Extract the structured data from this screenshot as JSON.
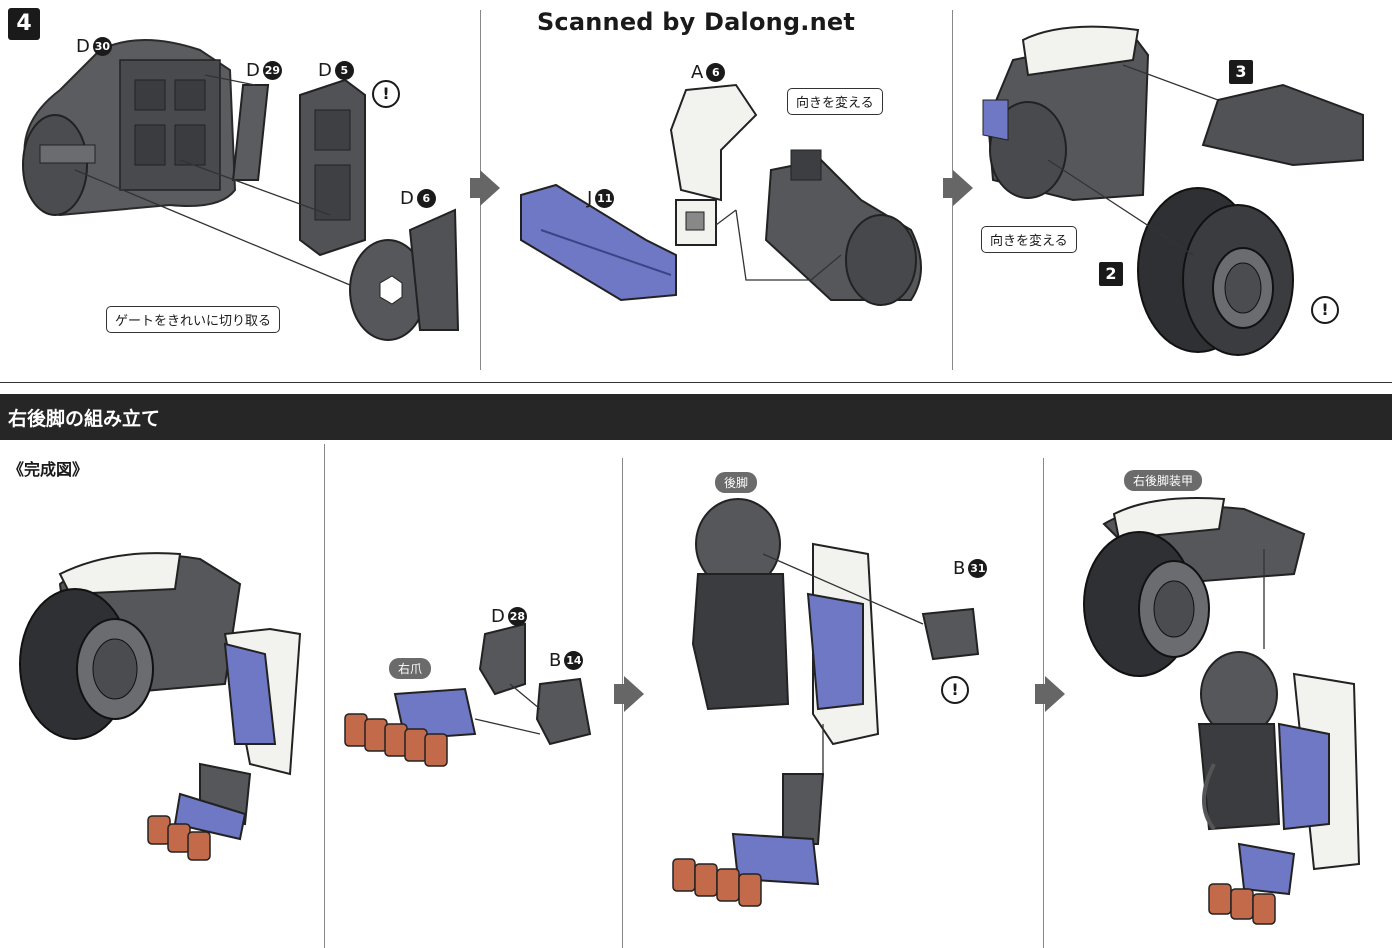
{
  "step": {
    "number": "4"
  },
  "watermark": "Scanned by Dalong.net",
  "panel1": {
    "labels": {
      "d30": {
        "letter": "D",
        "num": "30"
      },
      "d29": {
        "letter": "D",
        "num": "29"
      },
      "d5": {
        "letter": "D",
        "num": "5"
      },
      "d6": {
        "letter": "D",
        "num": "6"
      }
    },
    "callout": "ゲートをきれいに切り取る",
    "warn": "!"
  },
  "panel2": {
    "labels": {
      "a6": {
        "letter": "A",
        "num": "6"
      },
      "j11": {
        "letter": "J",
        "num": "11"
      }
    },
    "callout": "向きを変える"
  },
  "panel3": {
    "callout": "向きを変える",
    "ref3": "3",
    "ref2": "2",
    "warn": "!"
  },
  "section": {
    "title": "右後脚の組み立て"
  },
  "completed": {
    "label": "《完成図》"
  },
  "claw_panel": {
    "pill": "右爪",
    "labels": {
      "d28": {
        "letter": "D",
        "num": "28"
      },
      "b14": {
        "letter": "B",
        "num": "14"
      }
    }
  },
  "leg_panel": {
    "pill": "後脚",
    "labels": {
      "b31": {
        "letter": "B",
        "num": "31"
      }
    },
    "warn": "!"
  },
  "armor_panel": {
    "pill": "右後脚装甲"
  },
  "colors": {
    "part_gray": "#5a5c60",
    "part_dark": "#3a3c40",
    "part_white": "#f2f2ef",
    "part_blue": "#6f78c4",
    "claw_orange": "#c26a4a",
    "banner": "#262626"
  }
}
